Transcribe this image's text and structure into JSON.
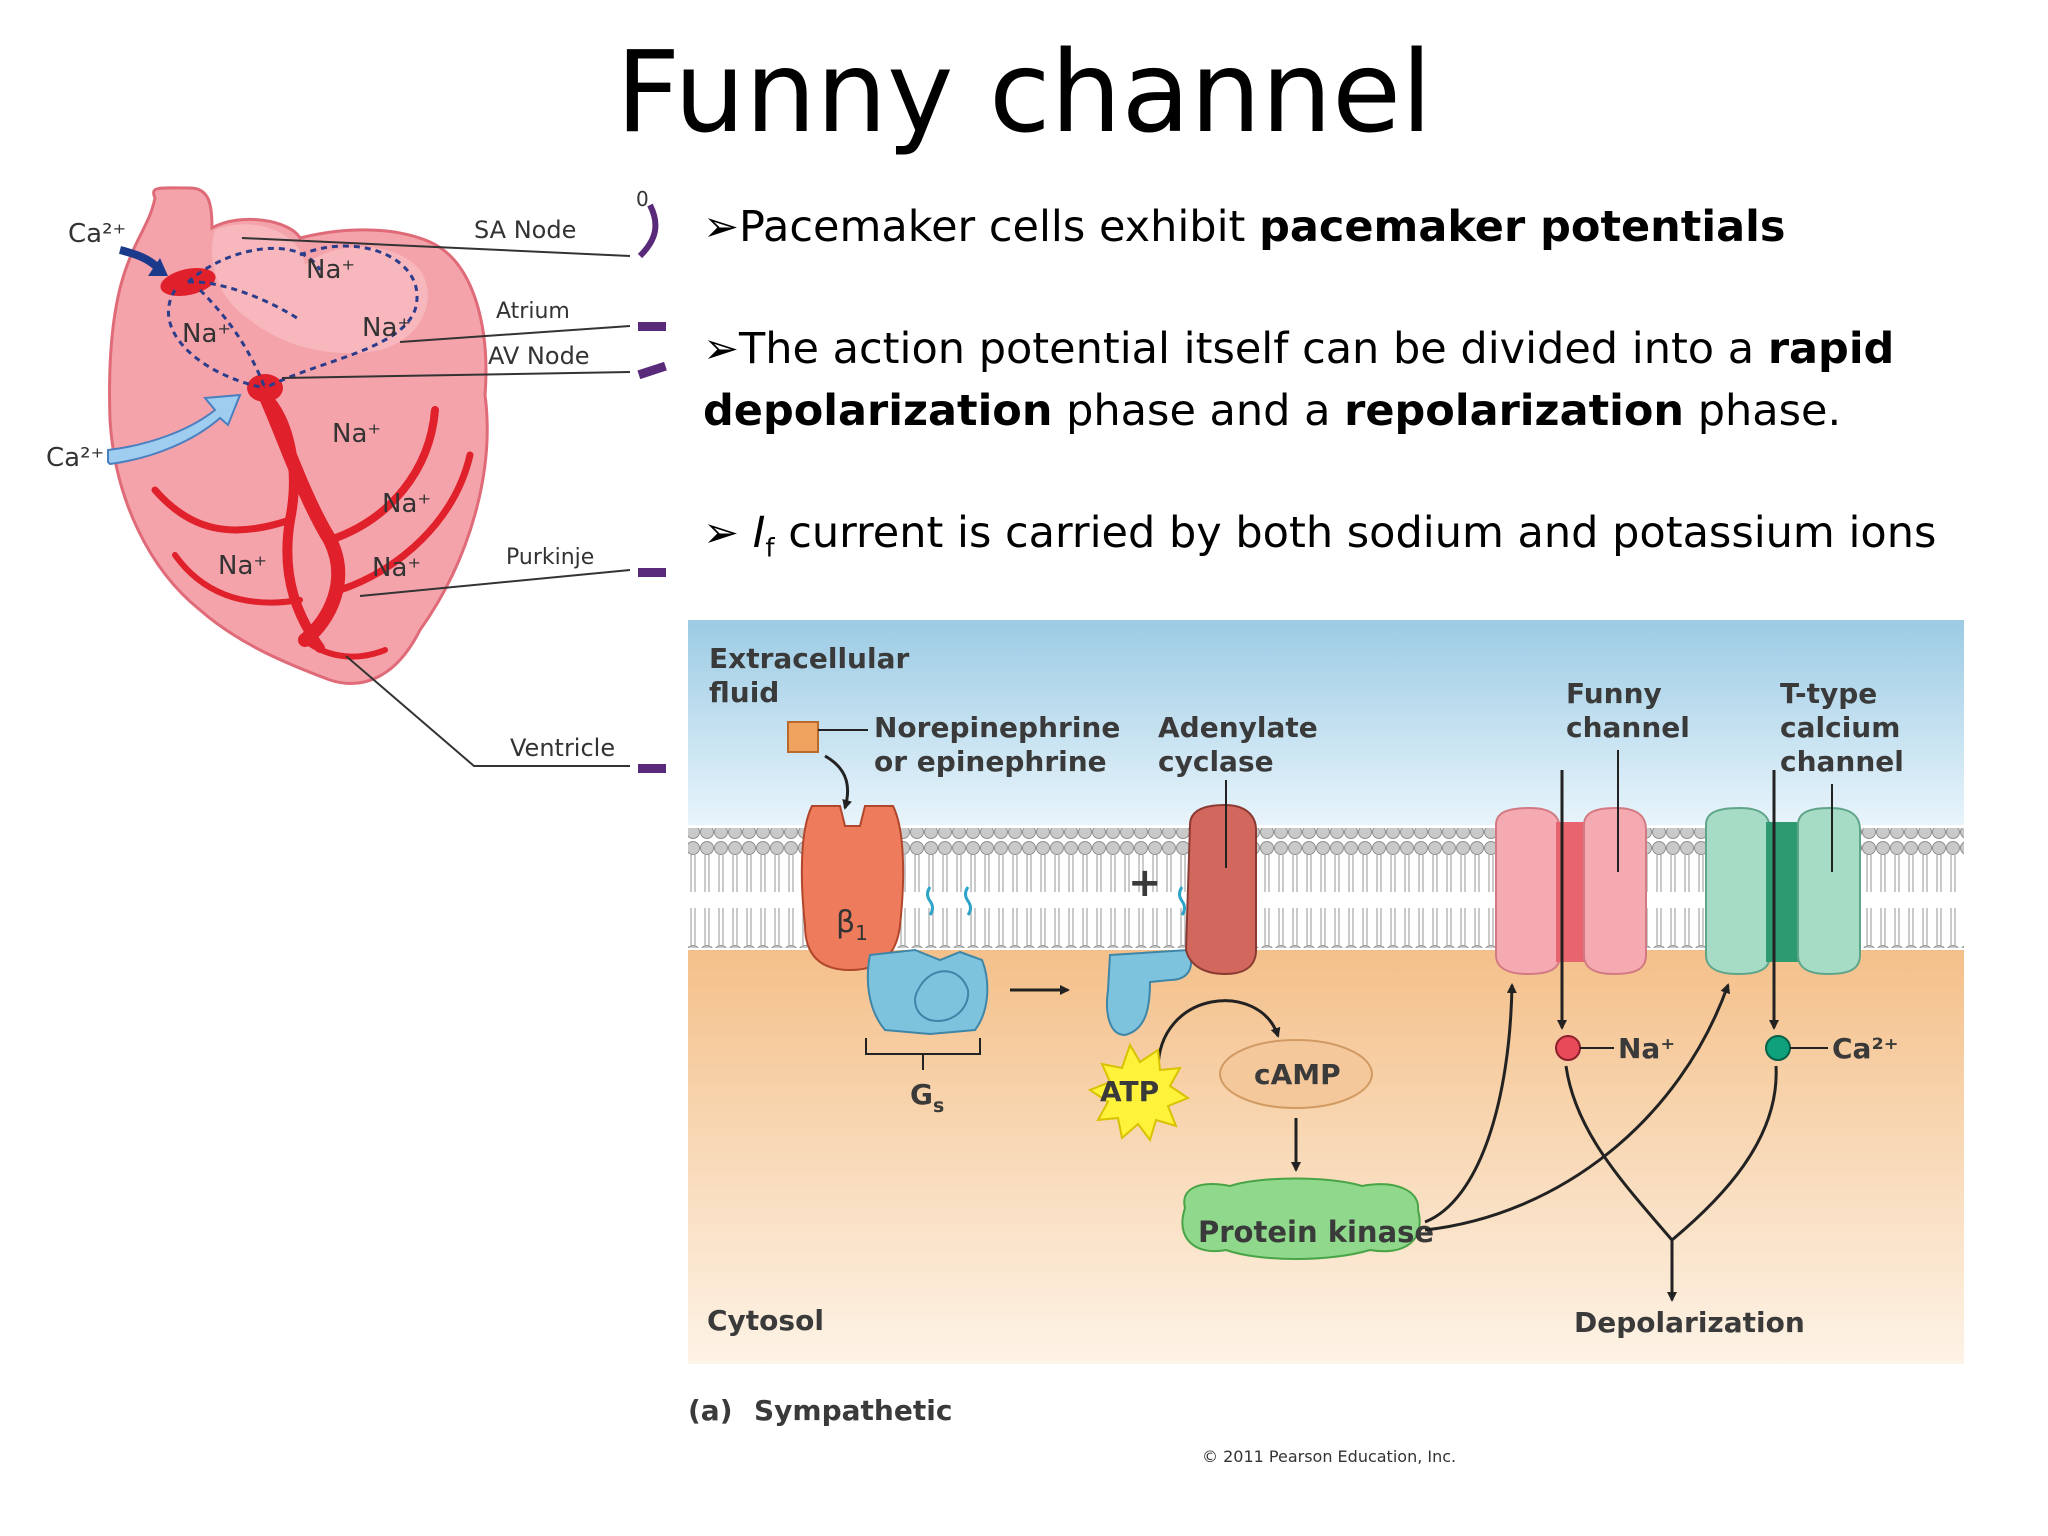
{
  "title": "Funny channel",
  "bullets": {
    "b1_text": "Pacemaker cells exhibit ",
    "b1_bold": "pacemaker potentials",
    "b2_text1": "The action potential itself can be divided into a ",
    "b2_bold1": "rapid depolarization",
    "b2_text2": " phase and a ",
    "b2_bold2": "repolarization",
    "b2_text3": " phase.",
    "b3_symbol": "I",
    "b3_sub": "f",
    "b3_text": " current is carried by both sodium and potassium ions"
  },
  "heart_diagram": {
    "labels": {
      "sa_node": "SA Node",
      "atrium": "Atrium",
      "av_node": "AV Node",
      "purkinje": "Purkinje",
      "ventricle": "Ventricle",
      "zero": "0"
    },
    "ions": {
      "ca_top": "Ca²⁺",
      "ca_left": "Ca²⁺",
      "na": "Na⁺"
    },
    "colors": {
      "heart": "#f4a3aa",
      "conduction": "#e0202a",
      "path": "#2b3c8a"
    }
  },
  "channel_diagram": {
    "extracellular": "Extracellular fluid",
    "extracellular_l1": "Extracellular",
    "extracellular_l2": "fluid",
    "norepi_l1": "Norepinephrine",
    "norepi_l2": "or epinephrine",
    "adenylate_l1": "Adenylate",
    "adenylate_l2": "cyclase",
    "funny_l1": "Funny",
    "funny_l2": "channel",
    "ttype_l1": "T-type",
    "ttype_l2": "calcium",
    "ttype_l3": "channel",
    "beta": "β",
    "beta_sub": "1",
    "plus": "+",
    "gs": "G",
    "gs_sub": "s",
    "atp": "ATP",
    "camp": "cAMP",
    "protein_kinase": "Protein kinase",
    "na_ion": "Na⁺",
    "ca_ion": "Ca²⁺",
    "cytosol": "Cytosol",
    "depolarization": "Depolarization",
    "caption_label": "(a)",
    "caption": "Sympathetic",
    "copyright": "© 2011 Pearson Education, Inc.",
    "colors": {
      "fluid": "#a8d4ea",
      "cytosol": "#f6c894",
      "beta_receptor": "#ee7c5c",
      "g_protein": "#7ec3de",
      "adenylate": "#d2675d",
      "funny_channel": "#f4aab0",
      "ttype_channel": "#a6dcc6",
      "protein_kinase": "#8fd88c",
      "atp": "#fff23a",
      "camp": "#f4c89b"
    }
  }
}
